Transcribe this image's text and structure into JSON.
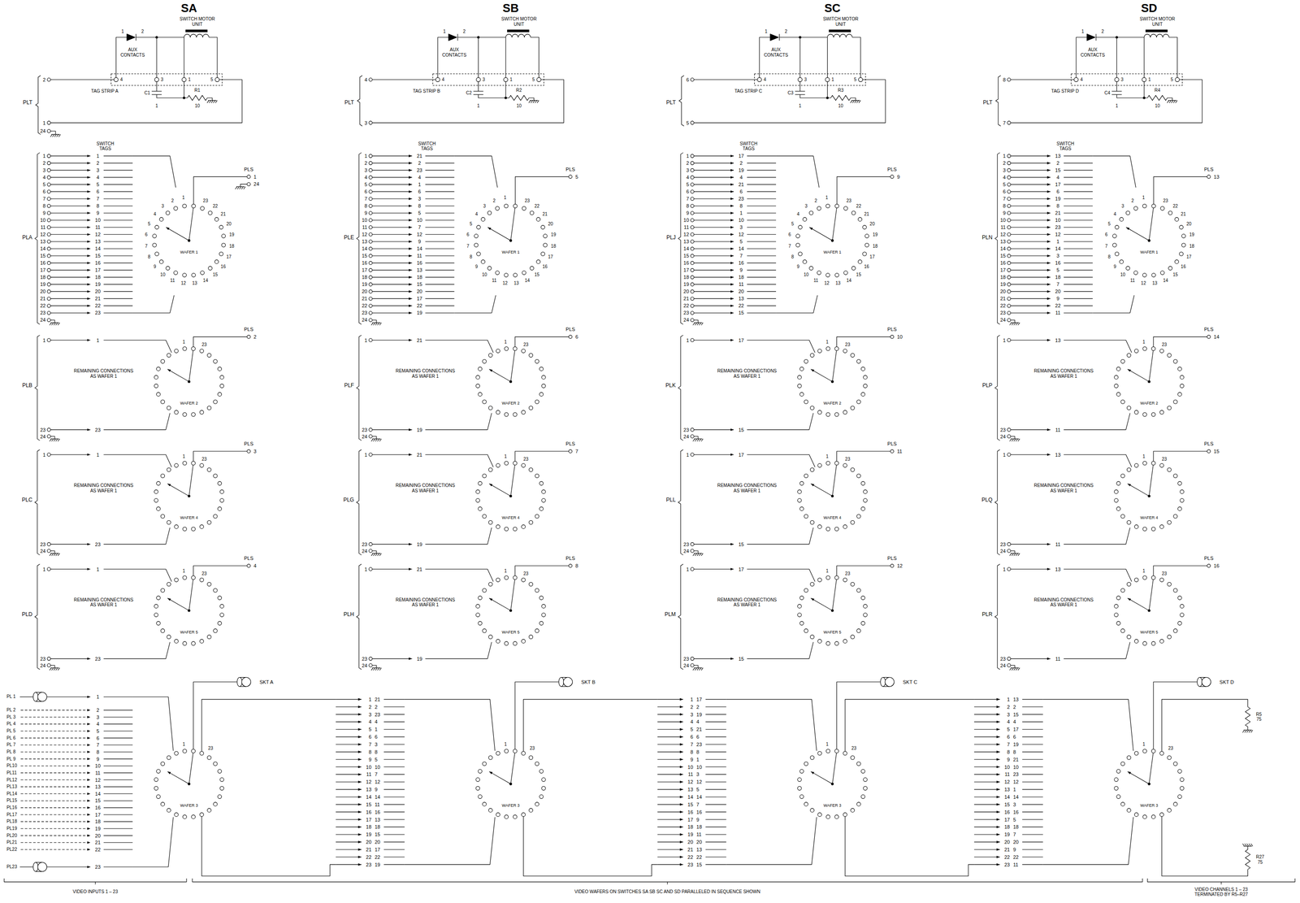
{
  "diagram": {
    "nodes": [
      {
        "text": [
          "WAFER 1"
        ]
      },
      {
        "text": [
          "WAFER 2"
        ]
      },
      {
        "text": [
          "WAFER 4"
        ]
      },
      {
        "text": [
          "WAFER 5"
        ]
      },
      {
        "text": [
          "WAFER 3"
        ]
      },
      {
        "text": [
          "WAFER 1"
        ]
      },
      {
        "text": [
          "WAFER 2"
        ]
      },
      {
        "text": [
          "WAFER 4"
        ]
      },
      {
        "text": [
          "WAFER 5"
        ]
      },
      {
        "text": [
          "WAFER 3"
        ]
      },
      {
        "text": [
          "WAFER 1"
        ]
      },
      {
        "text": [
          "WAFER 2"
        ]
      },
      {
        "text": [
          "WAFER 4"
        ]
      },
      {
        "text": [
          "WAFER 5"
        ]
      },
      {
        "text": [
          "WAFER 3"
        ]
      },
      {
        "text": [
          "WAFER 1"
        ]
      },
      {
        "text": [
          "WAFER 2"
        ]
      },
      {
        "text": [
          "WAFER 4"
        ]
      },
      {
        "text": [
          "WAFER 5"
        ]
      },
      {
        "text": [
          "WAFER 3"
        ]
      }
    ],
    "labels": [
      "SA",
      "SWITCH MOTOR UNIT",
      "1",
      "2",
      "AUX CONTACTS",
      "4",
      "3",
      "1",
      "5",
      "TAG STRIP A",
      "C1",
      "1",
      "R1",
      "10",
      "PLT",
      "2",
      "1",
      "24",
      "SWITCH TAGS",
      "PLA",
      "1",
      "2",
      "3",
      "4",
      "5",
      "6",
      "7",
      "8",
      "9",
      "10",
      "11",
      "12",
      "13",
      "14",
      "15",
      "16",
      "17",
      "18",
      "19",
      "20",
      "21",
      "22",
      "23",
      "24",
      "1",
      "2",
      "3",
      "4",
      "5",
      "6",
      "7",
      "8",
      "9",
      "10",
      "11",
      "12",
      "13",
      "14",
      "15",
      "16",
      "17",
      "18",
      "19",
      "20",
      "21",
      "22",
      "23",
      "1",
      "2",
      "3",
      "4",
      "5",
      "6",
      "7",
      "8",
      "9",
      "10",
      "11",
      "12",
      "13",
      "14",
      "15",
      "16",
      "17",
      "18",
      "19",
      "20",
      "21",
      "22",
      "23",
      "PLS",
      "1",
      "24",
      "PLB",
      "1",
      "1",
      "REMAINING CONNECTIONS AS WAFER 1",
      "1",
      "23",
      "PLS",
      "2",
      "23",
      "24",
      "23",
      "PLC",
      "1",
      "1",
      "REMAINING CONNECTIONS AS WAFER 1",
      "1",
      "23",
      "PLS",
      "3",
      "23",
      "24",
      "23",
      "PLD",
      "1",
      "1",
      "REMAINING CONNECTIONS AS WAFER 1",
      "1",
      "23",
      "PLS",
      "4",
      "23",
      "24",
      "23",
      "PL 1",
      "PL 2",
      "PL 3",
      "PL 4",
      "PL 5",
      "PL 6",
      "PL 7",
      "PL 8",
      "PL 9",
      "PL10",
      "PL11",
      "PL12",
      "PL13",
      "PL14",
      "PL15",
      "PL16",
      "PL17",
      "PL18",
      "PL19",
      "PL20",
      "PL21",
      "PL22",
      "PL23",
      "1",
      "2",
      "3",
      "4",
      "5",
      "6",
      "7",
      "8",
      "9",
      "10",
      "11",
      "12",
      "13",
      "14",
      "15",
      "16",
      "17",
      "18",
      "19",
      "20",
      "21",
      "22",
      "23",
      "1",
      "23",
      "SKT A",
      "SB",
      "SWITCH MOTOR UNIT",
      "1",
      "2",
      "AUX CONTACTS",
      "4",
      "3",
      "1",
      "5",
      "TAG STRIP B",
      "C2",
      "1",
      "R2",
      "10",
      "PLT",
      "4",
      "3",
      "SWITCH TAGS",
      "PLE",
      "1",
      "2",
      "3",
      "4",
      "5",
      "6",
      "7",
      "8",
      "9",
      "10",
      "11",
      "12",
      "13",
      "14",
      "15",
      "16",
      "17",
      "18",
      "19",
      "20",
      "21",
      "22",
      "23",
      "24",
      "21",
      "2",
      "23",
      "4",
      "1",
      "6",
      "3",
      "8",
      "5",
      "10",
      "7",
      "12",
      "9",
      "14",
      "11",
      "16",
      "13",
      "18",
      "15",
      "20",
      "17",
      "22",
      "19",
      "1",
      "2",
      "3",
      "4",
      "5",
      "6",
      "7",
      "8",
      "9",
      "10",
      "11",
      "12",
      "13",
      "14",
      "15",
      "16",
      "17",
      "18",
      "19",
      "20",
      "21",
      "22",
      "23",
      "PLS",
      "5",
      "PLF",
      "1",
      "21",
      "REMAINING CONNECTIONS AS WAFER 1",
      "1",
      "23",
      "PLS",
      "6",
      "23",
      "24",
      "19",
      "PLG",
      "1",
      "21",
      "REMAINING CONNECTIONS AS WAFER 1",
      "1",
      "23",
      "PLS",
      "7",
      "23",
      "24",
      "19",
      "PLH",
      "1",
      "21",
      "REMAINING CONNECTIONS AS WAFER 1",
      "1",
      "23",
      "PLS",
      "8",
      "23",
      "24",
      "19",
      "1",
      "21",
      "2",
      "2",
      "3",
      "23",
      "4",
      "4",
      "5",
      "1",
      "6",
      "6",
      "7",
      "3",
      "8",
      "8",
      "9",
      "5",
      "10",
      "10",
      "11",
      "7",
      "12",
      "12",
      "13",
      "9",
      "14",
      "14",
      "15",
      "11",
      "16",
      "16",
      "17",
      "13",
      "18",
      "18",
      "19",
      "15",
      "20",
      "20",
      "21",
      "17",
      "22",
      "22",
      "23",
      "19",
      "1",
      "23",
      "SKT B",
      "SC",
      "SWITCH MOTOR UNIT",
      "1",
      "2",
      "AUX CONTACTS",
      "4",
      "3",
      "1",
      "5",
      "TAG STRIP C",
      "C3",
      "1",
      "R3",
      "10",
      "PLT",
      "6",
      "5",
      "SWITCH TAGS",
      "PLJ",
      "1",
      "2",
      "3",
      "4",
      "5",
      "6",
      "7",
      "8",
      "9",
      "10",
      "11",
      "12",
      "13",
      "14",
      "15",
      "16",
      "17",
      "18",
      "19",
      "20",
      "21",
      "22",
      "23",
      "24",
      "17",
      "2",
      "19",
      "4",
      "21",
      "6",
      "23",
      "8",
      "1",
      "10",
      "3",
      "12",
      "5",
      "14",
      "7",
      "16",
      "9",
      "18",
      "11",
      "20",
      "13",
      "22",
      "15",
      "1",
      "2",
      "3",
      "4",
      "5",
      "6",
      "7",
      "8",
      "9",
      "10",
      "11",
      "12",
      "13",
      "14",
      "15",
      "16",
      "17",
      "18",
      "19",
      "20",
      "21",
      "22",
      "23",
      "PLS",
      "9",
      "PLK",
      "1",
      "17",
      "REMAINING CONNECTIONS AS WAFER 1",
      "1",
      "23",
      "PLS",
      "10",
      "23",
      "24",
      "15",
      "PLL",
      "1",
      "17",
      "REMAINING CONNECTIONS AS WAFER 1",
      "1",
      "23",
      "PLS",
      "11",
      "23",
      "24",
      "15",
      "PLM",
      "1",
      "17",
      "REMAINING CONNECTIONS AS WAFER 1",
      "1",
      "23",
      "PLS",
      "12",
      "23",
      "24",
      "15",
      "1",
      "17",
      "2",
      "2",
      "3",
      "19",
      "4",
      "4",
      "5",
      "21",
      "6",
      "6",
      "7",
      "23",
      "8",
      "8",
      "9",
      "1",
      "10",
      "10",
      "11",
      "3",
      "12",
      "12",
      "13",
      "5",
      "14",
      "14",
      "15",
      "7",
      "16",
      "16",
      "17",
      "9",
      "18",
      "18",
      "19",
      "11",
      "20",
      "20",
      "21",
      "13",
      "22",
      "22",
      "23",
      "15",
      "1",
      "23",
      "SKT C",
      "SD",
      "SWITCH MOTOR UNIT",
      "1",
      "2",
      "AUX CONTACTS",
      "4",
      "3",
      "1",
      "5",
      "TAG STRIP D",
      "C4",
      "1",
      "R4",
      "10",
      "PLT",
      "8",
      "7",
      "SWITCH TAGS",
      "PLN",
      "1",
      "2",
      "3",
      "4",
      "5",
      "6",
      "7",
      "8",
      "9",
      "10",
      "11",
      "12",
      "13",
      "14",
      "15",
      "16",
      "17",
      "18",
      "19",
      "20",
      "21",
      "22",
      "23",
      "24",
      "13",
      "2",
      "15",
      "4",
      "17",
      "6",
      "19",
      "8",
      "21",
      "10",
      "23",
      "12",
      "1",
      "14",
      "3",
      "16",
      "5",
      "18",
      "7",
      "20",
      "9",
      "22",
      "11",
      "1",
      "2",
      "3",
      "4",
      "5",
      "6",
      "7",
      "8",
      "9",
      "10",
      "11",
      "12",
      "13",
      "14",
      "15",
      "16",
      "17",
      "18",
      "19",
      "20",
      "21",
      "22",
      "23",
      "PLS",
      "13",
      "PLP",
      "1",
      "13",
      "REMAINING CONNECTIONS AS WAFER 1",
      "1",
      "23",
      "PLS",
      "14",
      "23",
      "24",
      "11",
      "PLQ",
      "1",
      "13",
      "REMAINING CONNECTIONS AS WAFER 1",
      "1",
      "23",
      "PLS",
      "15",
      "23",
      "24",
      "11",
      "PLR",
      "1",
      "13",
      "REMAINING CONNECTIONS AS WAFER 1",
      "1",
      "23",
      "PLS",
      "16",
      "23",
      "24",
      "11",
      "1",
      "13",
      "2",
      "2",
      "3",
      "15",
      "4",
      "4",
      "5",
      "17",
      "6",
      "6",
      "7",
      "19",
      "8",
      "8",
      "9",
      "21",
      "10",
      "10",
      "11",
      "23",
      "12",
      "12",
      "13",
      "1",
      "14",
      "14",
      "15",
      "3",
      "16",
      "16",
      "17",
      "5",
      "18",
      "18",
      "19",
      "7",
      "20",
      "20",
      "21",
      "9",
      "22",
      "22",
      "23",
      "11",
      "1",
      "23",
      "SKT D",
      "R5 75",
      "R27 75",
      "VIDEO INPUTS 1 – 23",
      "VIDEO WAFERS ON SWITCHES SA SB SC AND SD PARALLELED IN SEQUENCE SHOWN",
      "VIDEO CHANNELS 1 – 23 TERMINATED BY R5–R27"
    ]
  }
}
